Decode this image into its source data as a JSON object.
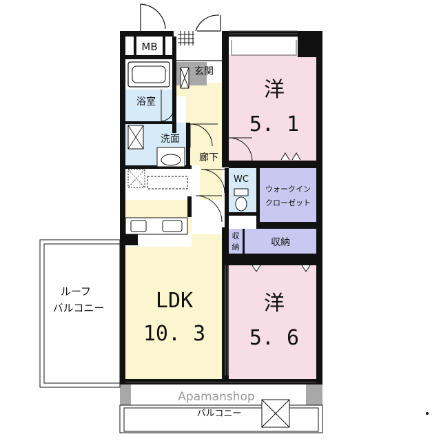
{
  "rooms": {
    "mb": "MB",
    "genkan": "玄関",
    "yokushitsu": "浴室",
    "senmen": "洗面",
    "rouka": "廊下",
    "wc": "WC",
    "walkin_line1": "ウォークイン",
    "walkin_line2": "クローゼット",
    "shuno_small_1": "収",
    "shuno_small_2": "納",
    "shuno": "収納",
    "yo1_name": "洋",
    "yo1_size": "5. 1",
    "yo2_name": "洋",
    "yo2_size": "5. 6",
    "ldk_name": "LDK",
    "ldk_size": "10. 3",
    "roof_line1": "ルーフ",
    "roof_line2": "バルコニー",
    "balcony": "バルコニー"
  },
  "watermark": "Apamanshop",
  "colors": {
    "wall": "#111111",
    "western_room": "#f7dde6",
    "ldk": "#fbf6cf",
    "wet_area": "#d6ebf7",
    "closet": "#c8c8f0",
    "pillar_grey": "#a8a8a8",
    "floor_white": "#ffffff"
  }
}
